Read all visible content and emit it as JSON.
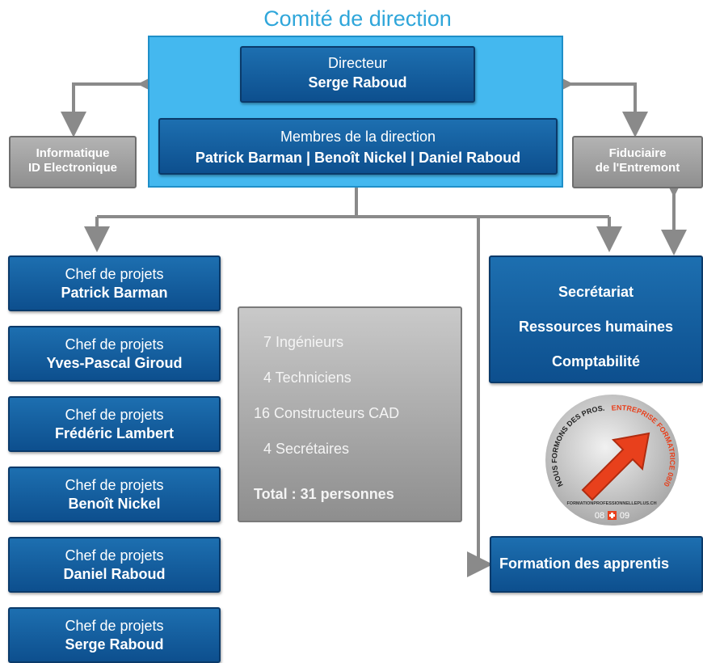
{
  "title": "Comité de direction",
  "director": {
    "label": "Directeur",
    "name": "Serge Raboud"
  },
  "members": {
    "label": "Membres de la direction",
    "names": "Patrick Barman | Benoît Nickel | Daniel Raboud"
  },
  "informatique": {
    "line1": "Informatique",
    "line2": "ID Electronique"
  },
  "fiduciaire": {
    "line1": "Fiduciaire",
    "line2": "de l'Entremont"
  },
  "chefs": [
    {
      "role": "Chef de projets",
      "name": "Patrick Barman"
    },
    {
      "role": "Chef de projets",
      "name": "Yves-Pascal Giroud"
    },
    {
      "role": "Chef de projets",
      "name": "Frédéric Lambert"
    },
    {
      "role": "Chef de projets",
      "name": "Benoît Nickel"
    },
    {
      "role": "Chef de projets",
      "name": "Daniel Raboud"
    },
    {
      "role": "Chef de projets",
      "name": "Serge Raboud"
    }
  ],
  "staff": {
    "items": [
      "7 Ingénieurs",
      "4 Techniciens",
      "16 Constructeurs CAD",
      "4 Secrétaires"
    ],
    "total": "Total : 31 personnes"
  },
  "services": {
    "line1": "Secrétariat",
    "line2": "Ressources humaines",
    "line3": "Comptabilité"
  },
  "apprentis": "Formation des apprentis",
  "badge": {
    "arc_left": "NOUS FORMONS DES PROS.",
    "arc_right": "ENTREPRISE FORMATRICE 08/09",
    "site": "FORMATIONPROFESSIONNELLEPLUS.CH",
    "year_left": "08",
    "year_right": "09"
  },
  "colors": {
    "title": "#2fa6da",
    "committee": "#44b8ef",
    "box_dark": "#1464a5",
    "box_grey": "#9e9e9e",
    "connector": "#8a8a8a",
    "arrow": "#e8401c"
  }
}
